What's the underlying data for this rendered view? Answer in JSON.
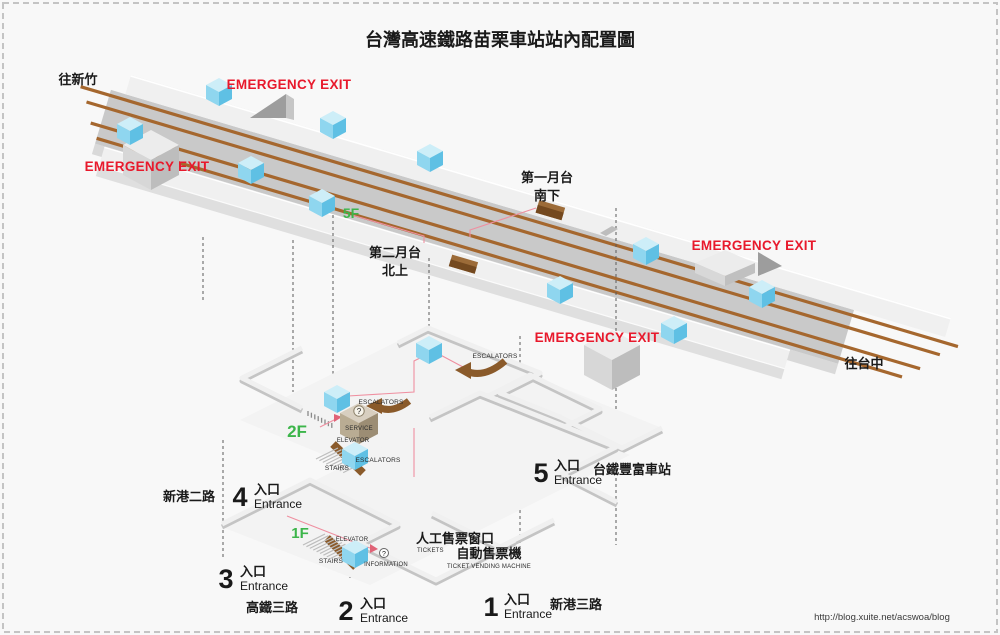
{
  "title": "台灣高速鐵路苗栗車站站內配置圖",
  "credit": "http://blog.xuite.net/acswoa/blog",
  "directions": {
    "to_hsinchu": "往新竹",
    "to_taichung": "往台中"
  },
  "labels": {
    "emergency_exit": "EMERGENCY EXIT"
  },
  "floors": {
    "f5": "5F",
    "f2": "2F",
    "f1": "1F"
  },
  "platforms": {
    "platform1": {
      "name": "第一月台",
      "direction": "南下"
    },
    "platform2": {
      "name": "第二月台",
      "direction": "北上"
    }
  },
  "facilities": {
    "escalators": "ESCALATORS",
    "elevator": "ELEVATOR",
    "stairs": "STAIRS",
    "service": "SERVICE",
    "service_symbol": "?",
    "information": "INFORMATION",
    "information_symbol": "?",
    "ticket_window_zh": "人工售票窗口",
    "ticket_window_en": "TICKETS",
    "ticket_machine_zh": "自動售票機",
    "ticket_machine_en": "TICKET VENDING MACHINE"
  },
  "entrances": [
    {
      "no": "1",
      "zh": "入口",
      "en": "Entrance"
    },
    {
      "no": "2",
      "zh": "入口",
      "en": "Entrance"
    },
    {
      "no": "3",
      "zh": "入口",
      "en": "Entrance"
    },
    {
      "no": "4",
      "zh": "入口",
      "en": "Entrance"
    },
    {
      "no": "5",
      "zh": "入口",
      "en": "Entrance"
    }
  ],
  "roads": {
    "xingang_2nd": "新港二路",
    "gaotie_3rd": "高鐵三路",
    "xingang_3rd": "新港三路"
  },
  "nearby_station": "台鐵豐富車站",
  "colors": {
    "emergency_red": "#e8192c",
    "floor_green": "#3cb54a",
    "rail_brown": "#a5672e",
    "track_gray": "#c9c9c9",
    "cube_blue": "#8fd6ef"
  }
}
